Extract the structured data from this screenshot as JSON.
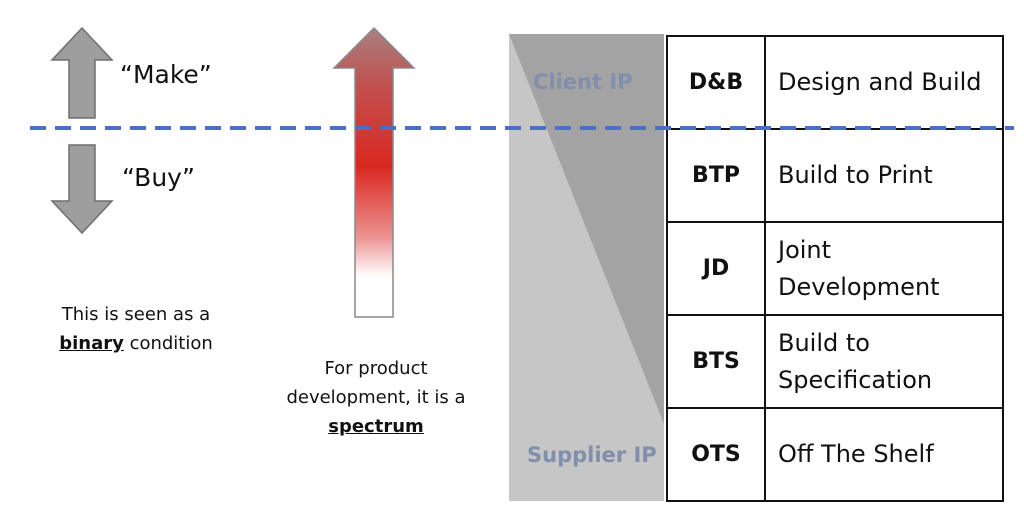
{
  "make_buy": {
    "make_label": "“Make”",
    "buy_label": "“Buy”"
  },
  "binary_caption": {
    "line1": "This is seen as a",
    "emphasis": "binary",
    "line2_rest": " condition"
  },
  "spectrum_caption": {
    "line1": "For product",
    "line2": "development, it is a",
    "emphasis": "spectrum"
  },
  "ip_panel": {
    "top_label": "Client IP",
    "bottom_label": "Supplier IP"
  },
  "sourcing_models": [
    {
      "code": "D&B",
      "lines": [
        "Design and Build"
      ]
    },
    {
      "code": "BTP",
      "lines": [
        "Build to Print"
      ]
    },
    {
      "code": "JD",
      "lines": [
        "Joint",
        "Development"
      ]
    },
    {
      "code": "BTS",
      "lines": [
        "Build to",
        "Specification"
      ]
    },
    {
      "code": "OTS",
      "lines": [
        "Off The Shelf"
      ]
    }
  ],
  "colors": {
    "gray_arrow": "#9e9e9e",
    "spectrum_top": "#a88080",
    "spectrum_mid": "#d9281f",
    "divider": "#4a6fc4",
    "ip_label": "#7f8fac"
  }
}
